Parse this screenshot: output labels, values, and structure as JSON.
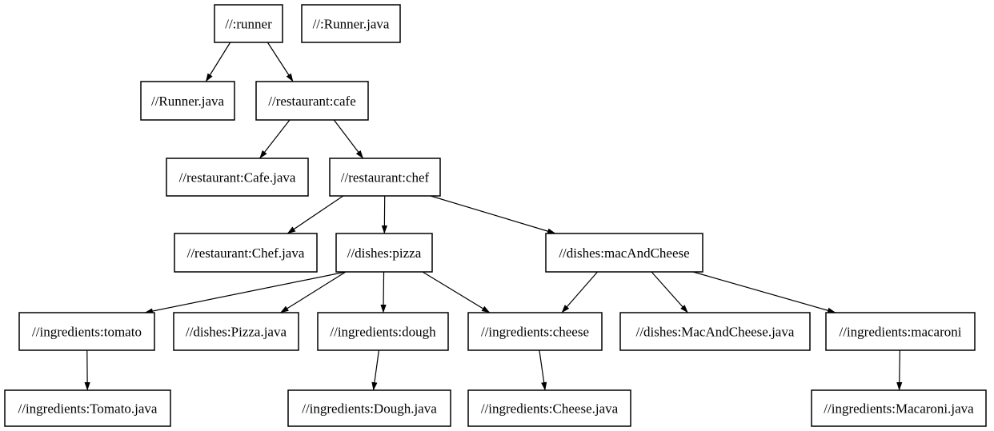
{
  "diagram": {
    "type": "dependency-graph",
    "background_color": "#ffffff",
    "node_fill_color": "#ffffff",
    "node_border_color": "#000000",
    "edge_color": "#000000",
    "nodes": [
      {
        "id": "runner",
        "label": "//:runner"
      },
      {
        "id": "runner_java_root",
        "label": "//:Runner.java"
      },
      {
        "id": "runner_java",
        "label": "//Runner.java"
      },
      {
        "id": "cafe",
        "label": "//restaurant:cafe"
      },
      {
        "id": "cafe_java",
        "label": "//restaurant:Cafe.java"
      },
      {
        "id": "chef",
        "label": "//restaurant:chef"
      },
      {
        "id": "chef_java",
        "label": "//restaurant:Chef.java"
      },
      {
        "id": "pizza",
        "label": "//dishes:pizza"
      },
      {
        "id": "mac_and_cheese",
        "label": "//dishes:macAndCheese"
      },
      {
        "id": "tomato",
        "label": "//ingredients:tomato"
      },
      {
        "id": "pizza_java",
        "label": "//dishes:Pizza.java"
      },
      {
        "id": "dough",
        "label": "//ingredients:dough"
      },
      {
        "id": "cheese",
        "label": "//ingredients:cheese"
      },
      {
        "id": "mac_and_cheese_java",
        "label": "//dishes:MacAndCheese.java"
      },
      {
        "id": "macaroni",
        "label": "//ingredients:macaroni"
      },
      {
        "id": "tomato_java",
        "label": "//ingredients:Tomato.java"
      },
      {
        "id": "dough_java",
        "label": "//ingredients:Dough.java"
      },
      {
        "id": "cheese_java",
        "label": "//ingredients:Cheese.java"
      },
      {
        "id": "macaroni_java",
        "label": "//ingredients:Macaroni.java"
      }
    ],
    "edges": [
      {
        "from": "runner",
        "to": "runner_java"
      },
      {
        "from": "runner",
        "to": "cafe"
      },
      {
        "from": "cafe",
        "to": "cafe_java"
      },
      {
        "from": "cafe",
        "to": "chef"
      },
      {
        "from": "chef",
        "to": "chef_java"
      },
      {
        "from": "chef",
        "to": "pizza"
      },
      {
        "from": "chef",
        "to": "mac_and_cheese"
      },
      {
        "from": "pizza",
        "to": "tomato"
      },
      {
        "from": "pizza",
        "to": "pizza_java"
      },
      {
        "from": "pizza",
        "to": "dough"
      },
      {
        "from": "pizza",
        "to": "cheese"
      },
      {
        "from": "mac_and_cheese",
        "to": "cheese"
      },
      {
        "from": "mac_and_cheese",
        "to": "mac_and_cheese_java"
      },
      {
        "from": "mac_and_cheese",
        "to": "macaroni"
      },
      {
        "from": "tomato",
        "to": "tomato_java"
      },
      {
        "from": "dough",
        "to": "dough_java"
      },
      {
        "from": "cheese",
        "to": "cheese_java"
      },
      {
        "from": "macaroni",
        "to": "macaroni_java"
      }
    ]
  }
}
